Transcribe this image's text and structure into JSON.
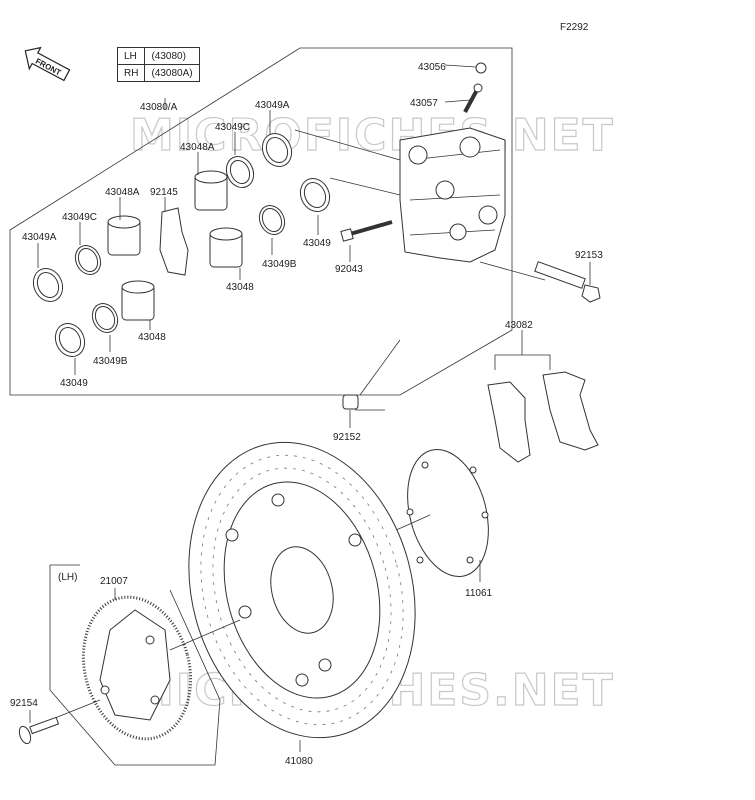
{
  "code": "F2292",
  "front_label": "FRONT",
  "variant_table": [
    {
      "side": "LH",
      "part": "(43080)"
    },
    {
      "side": "RH",
      "part": "(43080A)"
    }
  ],
  "parts": {
    "p43080A": "43080/A",
    "p43049A_top": "43049A",
    "p43049C_top": "43049C",
    "p43048A_top": "43048A",
    "p92145": "92145",
    "p43048A_left": "43048A",
    "p43049C_left": "43049C",
    "p43049A_left": "43049A",
    "p43049_right": "43049",
    "p43049B_mid": "43049B",
    "p43048_mid": "43048",
    "p43048_low": "43048",
    "p43049B_low": "43049B",
    "p43049_low": "43049",
    "p43056": "43056",
    "p43057": "43057",
    "p92043": "92043",
    "p92153": "92153",
    "p43082": "43082",
    "p92152": "92152",
    "p11061": "11061",
    "p21007": "21007",
    "lh_note": "(LH)",
    "p92154": "92154",
    "p41080": "41080"
  },
  "watermark": "MICROFICHES.NET"
}
